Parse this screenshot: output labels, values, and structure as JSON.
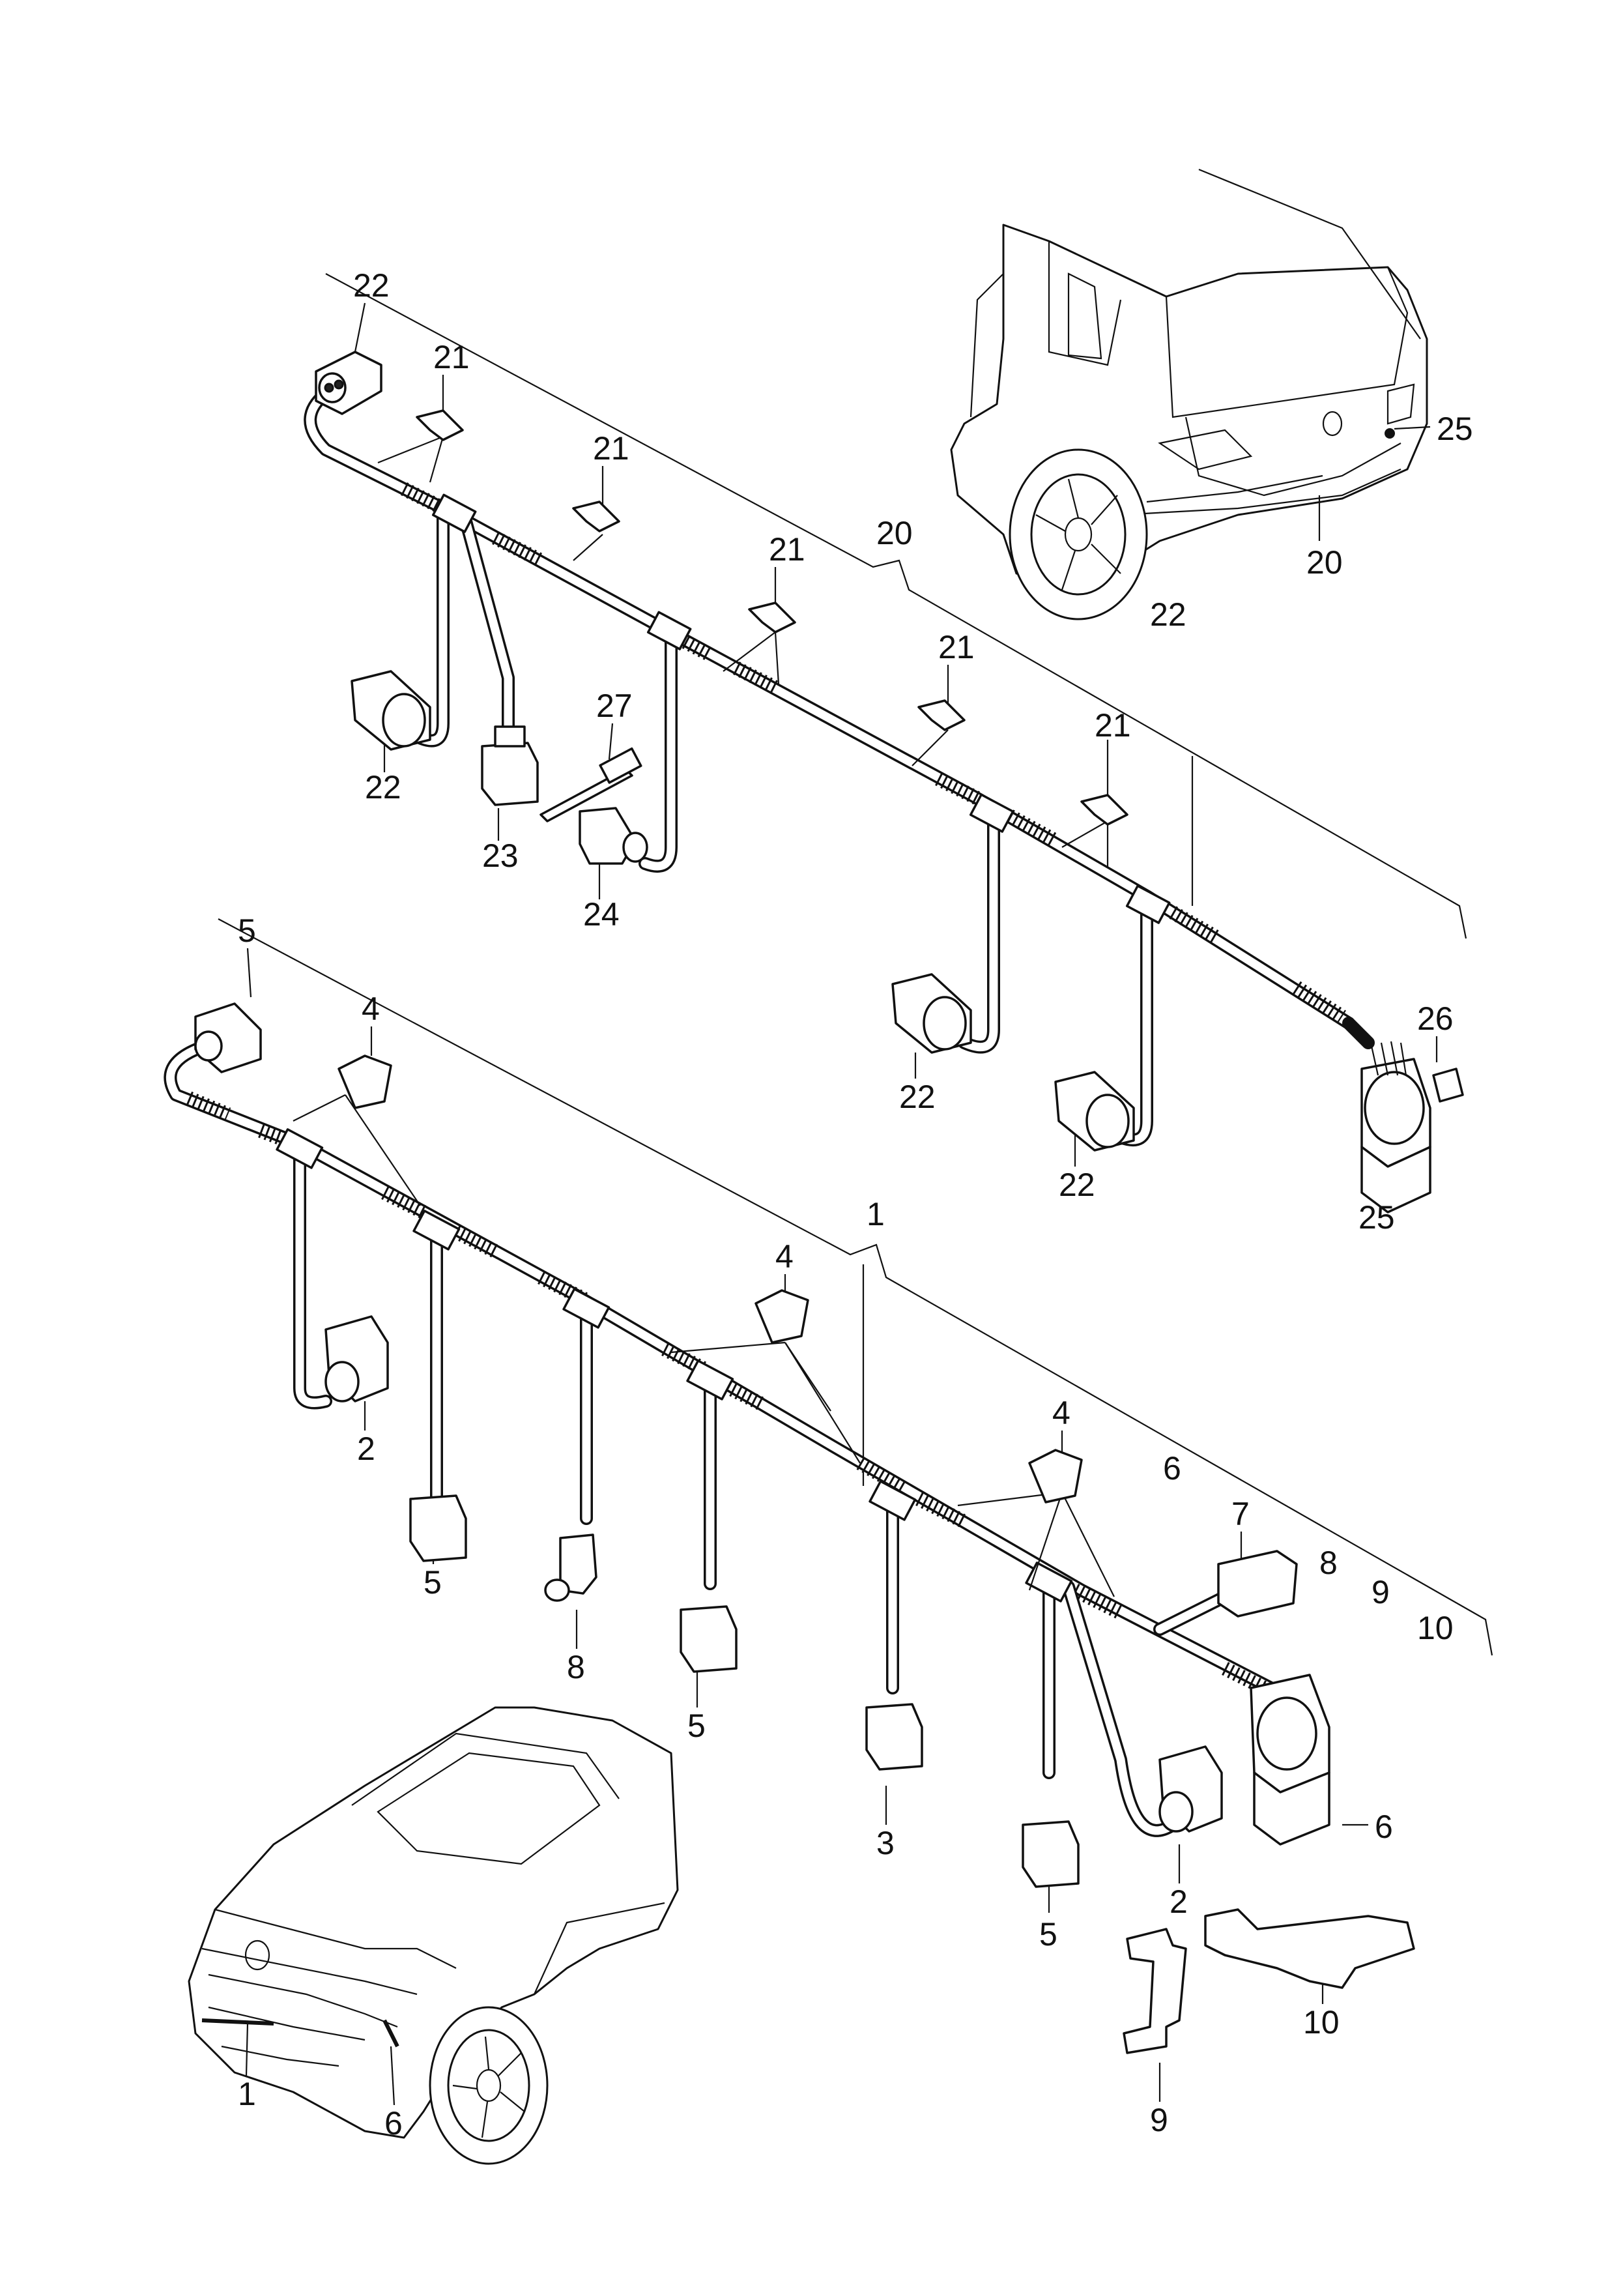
{
  "callouts": {
    "c22_top": "22",
    "c21_a": "21",
    "c21_b": "21",
    "c21_c": "21",
    "c21_d": "21",
    "c21_e": "21",
    "c20_harness": "20",
    "c27": "27",
    "c22_left": "22",
    "c23": "23",
    "c24": "24",
    "c25_car": "25",
    "c20_car": "20",
    "c22_car": "22",
    "c26": "26",
    "c22_mid1": "22",
    "c22_mid2": "22",
    "c25_conn": "25",
    "c5_top": "5",
    "c4_a": "4",
    "c1_harness": "1",
    "c4_b": "4",
    "c4_c": "4",
    "c2_a": "2",
    "c5_a": "5",
    "c8_a": "8",
    "c5_b": "5",
    "c6_side": "6",
    "c7": "7",
    "c8_side": "8",
    "c9_side": "9",
    "c10_side": "10",
    "c3": "3",
    "c6_conn": "6",
    "c2_b": "2",
    "c5_c": "5",
    "c10_bracket": "10",
    "c9_bracket": "9",
    "c1_car": "1",
    "c6_car": "6"
  },
  "icons": {
    "connector": "connector-icon",
    "sensor": "sensor-icon",
    "clip": "clip-icon",
    "cable_tie": "cable-tie-icon",
    "vehicle_rear": "vehicle-rear-icon",
    "vehicle_front": "vehicle-front-icon"
  },
  "colors": {
    "ink": "#111111",
    "background": "#ffffff"
  }
}
